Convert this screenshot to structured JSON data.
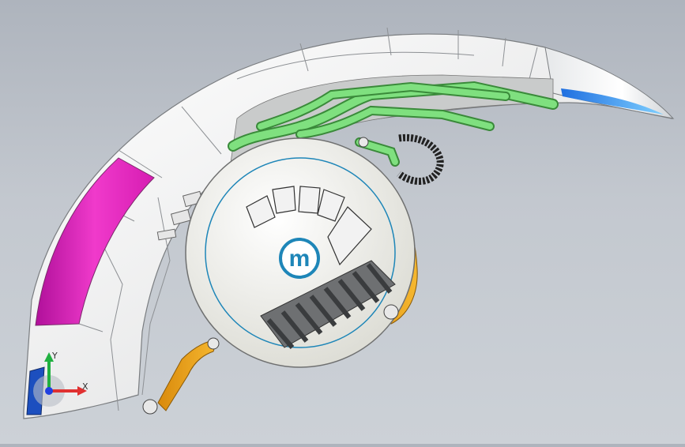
{
  "viewport": {
    "logo_letter": "m"
  },
  "triad": {
    "x_label": "X",
    "y_label": "Y",
    "colors": {
      "x_axis": "#e03030",
      "y_axis": "#20b040",
      "z_axis": "#2040e0"
    }
  },
  "colors": {
    "background_top": "#aeb4bd",
    "shell_white": "#f4f4f4",
    "magenta_panel": "#e829c4",
    "green_pipes": "#6fdc6f",
    "orange_frame": "#f2a81c",
    "logo_blue": "#1e86b8",
    "blade_blue": "#3aa0ff"
  }
}
